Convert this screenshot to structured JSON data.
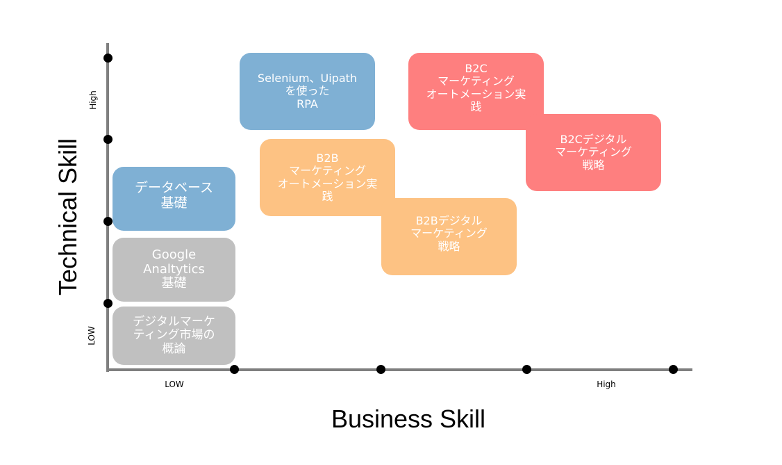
{
  "axes": {
    "y_title": "Technical Skill",
    "x_title": "Business Skill",
    "y_low": "LOW",
    "y_high": "High",
    "x_low": "LOW",
    "x_high": "High"
  },
  "boxes": {
    "selenium": "Selenium、Uipath\nを使った\nRPA",
    "b2c_ma": "B2C\nマーケティング\nオートメーション実\n践",
    "b2c_strategy": "B2Cデジタル\nマーケティング\n戦略",
    "b2b_ma": "B2B\nマーケティング\nオートメーション実\n践",
    "b2b_strategy": "B2Bデジタル\nマーケティング\n戦略",
    "database": "データベース\n基礎",
    "google_analytics": "Google\nAnaltytics\n基礎",
    "market": "デジタルマーケ\nティング市場の\n概論"
  },
  "colors": {
    "blue": "#7fb0d4",
    "orange": "#fdc283",
    "red": "#fe7f7f",
    "gray": "#c0c0c0",
    "axis": "#7f7f7f"
  }
}
